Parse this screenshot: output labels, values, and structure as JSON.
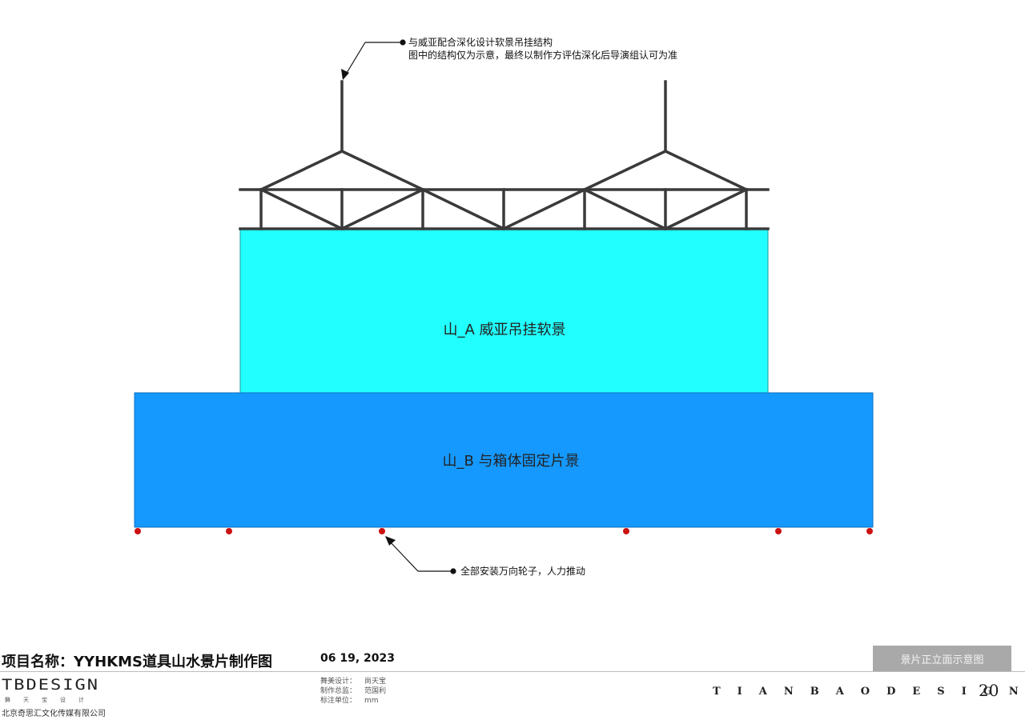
{
  "annotations": {
    "top_note_line1": "与威亚配合深化设计软景吊挂结构",
    "top_note_line2": "图中的结构仅为示意，最终以制作方评估深化后导演组认可为准",
    "bottom_note": "全部安装万向轮子，人力推动"
  },
  "blocks": {
    "upper_label": "山_A 威亚吊挂软景",
    "lower_label": "山_B 与箱体固定片景"
  },
  "colors": {
    "upper_block": "#22ffff",
    "lower_block": "#1599ff",
    "truss": "#3a3a3a",
    "wheels": "#cc1111",
    "leader": "#111111"
  },
  "footer": {
    "project_title": "项目名称：YYHKMS道具山水景片制作图",
    "date": "06 19, 2023",
    "sheet_title": "景片正立面示意图",
    "logo_text": "TBDESIGN",
    "logo_sub": "舞天宝设计",
    "company": "北京奇思汇文化传媒有限公司",
    "info": [
      {
        "label": "舞美设计：",
        "value": "尚天宝"
      },
      {
        "label": "制作总监：",
        "value": "范国利"
      },
      {
        "label": "标注单位：",
        "value": "mm"
      }
    ],
    "brand_spaced": "TIANBAODESIGN",
    "page_number": "20"
  }
}
